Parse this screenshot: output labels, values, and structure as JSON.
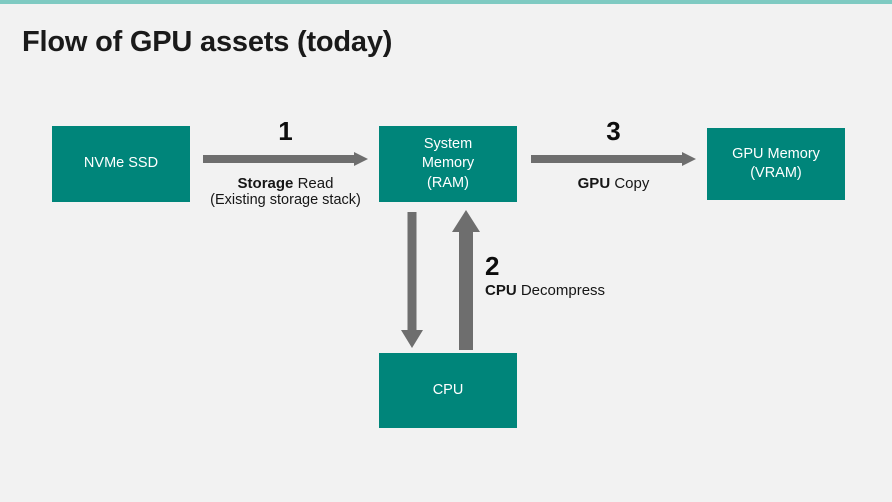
{
  "slide": {
    "title": "Flow of GPU assets (today)",
    "background_color": "#F2F2F2",
    "accent_bar_color": "#7FCAC2",
    "node_color": "#00857A",
    "arrow_color": "#6E6E6E",
    "text_color": "#1A1A1A"
  },
  "nodes": {
    "nvme": {
      "line1": "NVMe SSD"
    },
    "system_memory": {
      "line1": "System",
      "line2": "Memory",
      "line3": "(RAM)"
    },
    "gpu_memory": {
      "line1": "GPU Memory",
      "line2": "(VRAM)"
    },
    "cpu": {
      "line1": "CPU"
    }
  },
  "steps": {
    "one": {
      "number": "1",
      "label_bold": "Storage",
      "label_rest": " Read",
      "sublabel": "(Existing storage stack)"
    },
    "two": {
      "number": "2",
      "label_bold": "CPU",
      "label_rest": " Decompress"
    },
    "three": {
      "number": "3",
      "label_bold": "GPU",
      "label_rest": " Copy"
    }
  }
}
